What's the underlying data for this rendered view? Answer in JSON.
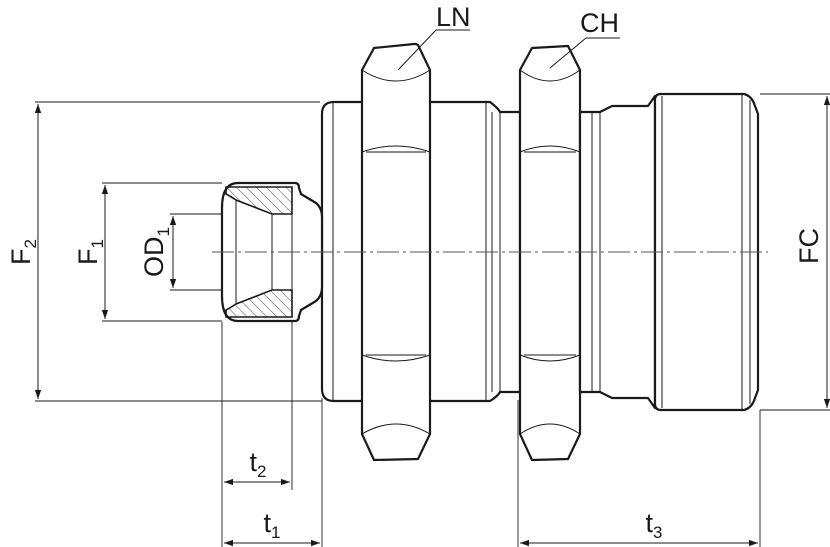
{
  "labels": {
    "ln": "LN",
    "ch": "CH",
    "fc": "FC",
    "f2": {
      "main": "F",
      "sub": "2"
    },
    "f1": {
      "main": "F",
      "sub": "1"
    },
    "od1": {
      "main": "OD",
      "sub": "1"
    },
    "t1": {
      "main": "t",
      "sub": "1"
    },
    "t2": {
      "main": "t",
      "sub": "2"
    },
    "t3": {
      "main": "t",
      "sub": "3"
    }
  },
  "colors": {
    "line": "#1a1a1a",
    "background": "#ffffff"
  }
}
